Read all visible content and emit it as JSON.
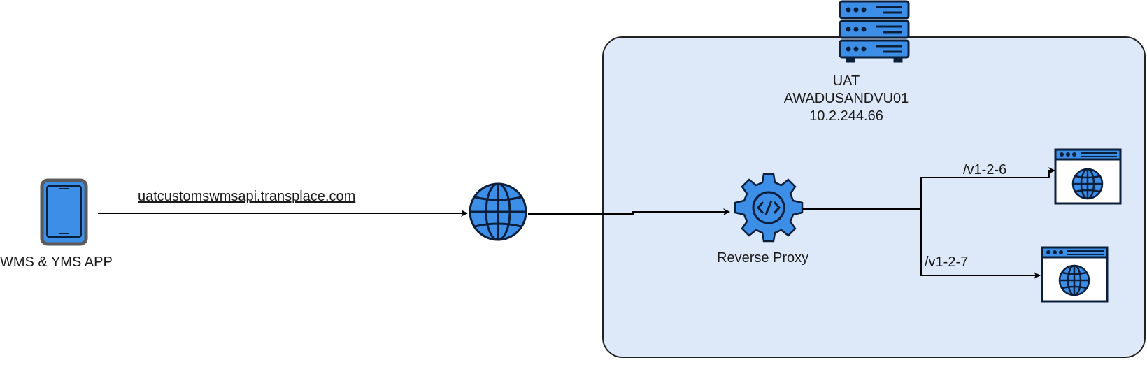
{
  "diagram": {
    "client": {
      "label": "WMS & YMS APP",
      "icon": "mobile-phone-icon"
    },
    "connection": {
      "url": "uatcustomswmsapi.transplace.com",
      "icon": "globe-icon"
    },
    "server": {
      "icon": "server-rack-icon",
      "environment": "UAT",
      "hostname": "AWADUSANDVU01",
      "ip": "10.2.244.66"
    },
    "proxy": {
      "label": "Reverse Proxy",
      "icon": "gear-code-icon"
    },
    "routes": [
      {
        "path": "/v1-2-6",
        "icon": "web-app-window-icon"
      },
      {
        "path": "/v1-2-7",
        "icon": "web-app-window-icon"
      }
    ],
    "colors": {
      "icon_fill": "#3d8ee6",
      "icon_stroke": "#0b1e3a",
      "container_fill": "#dde9f9",
      "container_stroke": "#222222",
      "line": "#000000"
    }
  }
}
